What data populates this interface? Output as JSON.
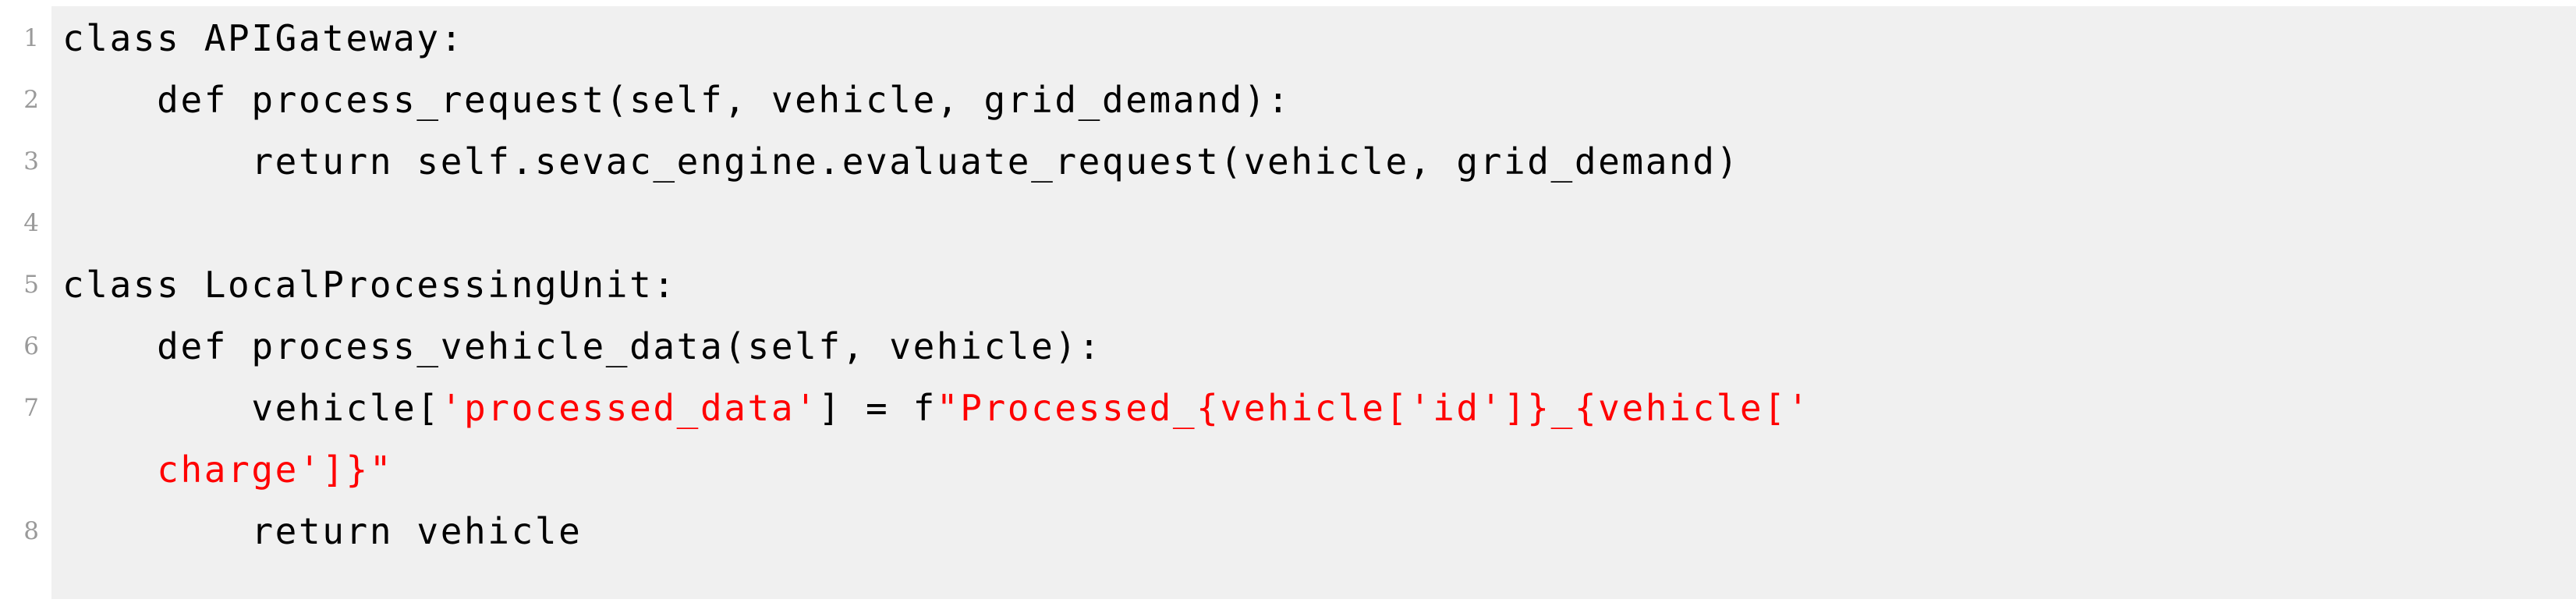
{
  "listing": {
    "language": "Python",
    "background_color": "#f0f0f0",
    "page_color": "#ffffff",
    "code_color": "#000000",
    "string_color": "#ff0000",
    "line_number_color": "#9a9a9a",
    "lines": [
      {
        "number": "1",
        "text": "class APIGateway:",
        "indent": "",
        "code": "class APIGateway:",
        "string_part": "",
        "continuation": ""
      },
      {
        "number": "2",
        "text": "    def process_request(self, vehicle, grid_demand):",
        "indent": "",
        "code": "    def process_request(self, vehicle, grid_demand):",
        "string_part": "",
        "continuation": ""
      },
      {
        "number": "3",
        "text": "        return self.sevac_engine.evaluate_request(vehicle, grid_demand)",
        "indent": "",
        "code": "        return self.sevac_engine.evaluate_request(vehicle, grid_demand)",
        "string_part": "",
        "continuation": ""
      },
      {
        "number": "4",
        "text": "",
        "indent": "",
        "code": "",
        "string_part": "",
        "continuation": ""
      },
      {
        "number": "5",
        "text": "class LocalProcessingUnit:",
        "indent": "",
        "code": "class LocalProcessingUnit:",
        "string_part": "",
        "continuation": ""
      },
      {
        "number": "6",
        "text": "    def process_vehicle_data(self, vehicle):",
        "indent": "",
        "code": "    def process_vehicle_data(self, vehicle):",
        "string_part": "",
        "continuation": ""
      },
      {
        "number": "7",
        "text": "        vehicle['processed_data'] = f\"Processed_{vehicle['id']}_{vehicle['charge']}\"",
        "prefix_code": "        vehicle[",
        "string_1": "'processed_data'",
        "mid_code": "] = f",
        "string_2": "\"Processed_{vehicle['id']}_{vehicle['",
        "continuation_indent": "    ",
        "continuation_string": "charge']}\"",
        "wrapped": true
      },
      {
        "number": "8",
        "text": "        return vehicle",
        "indent": "",
        "code": "        return vehicle",
        "string_part": "",
        "continuation": ""
      }
    ]
  }
}
